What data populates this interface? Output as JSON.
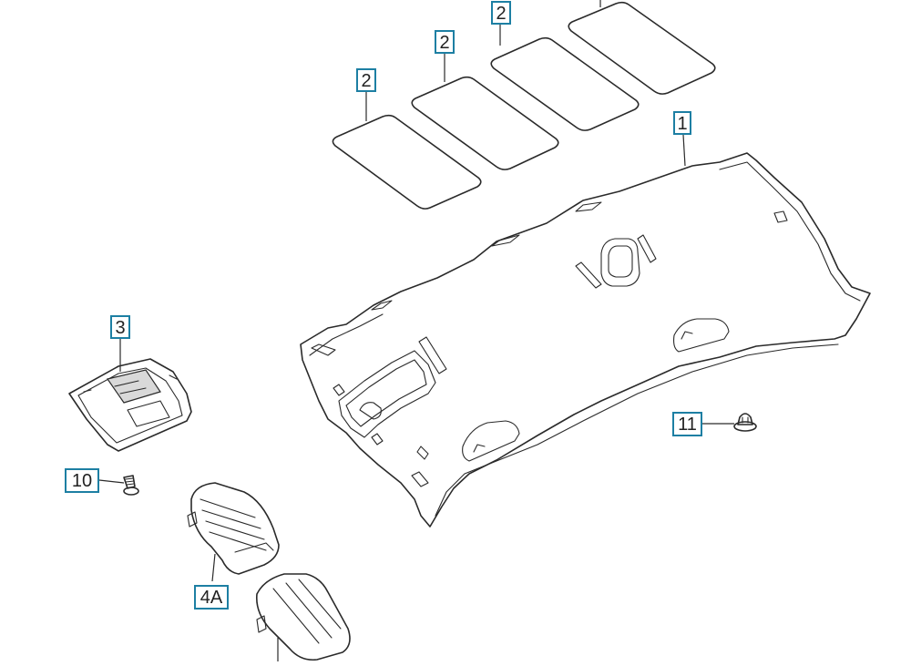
{
  "diagram": {
    "callouts": [
      {
        "id": "c1",
        "label": "1",
        "part": "headliner"
      },
      {
        "id": "c2a",
        "label": "2",
        "part": "insulation-pad"
      },
      {
        "id": "c2b",
        "label": "2",
        "part": "insulation-pad"
      },
      {
        "id": "c2c",
        "label": "2",
        "part": "insulation-pad"
      },
      {
        "id": "c3",
        "label": "3",
        "part": "overhead-console"
      },
      {
        "id": "c4a",
        "label": "4A",
        "part": "sun-visor-cover"
      },
      {
        "id": "c10",
        "label": "10",
        "part": "screw"
      },
      {
        "id": "c11",
        "label": "11",
        "part": "clip"
      }
    ],
    "colors": {
      "callout_border": "#1d7fa3",
      "line": "#2a2a2a",
      "background": "#ffffff"
    }
  }
}
